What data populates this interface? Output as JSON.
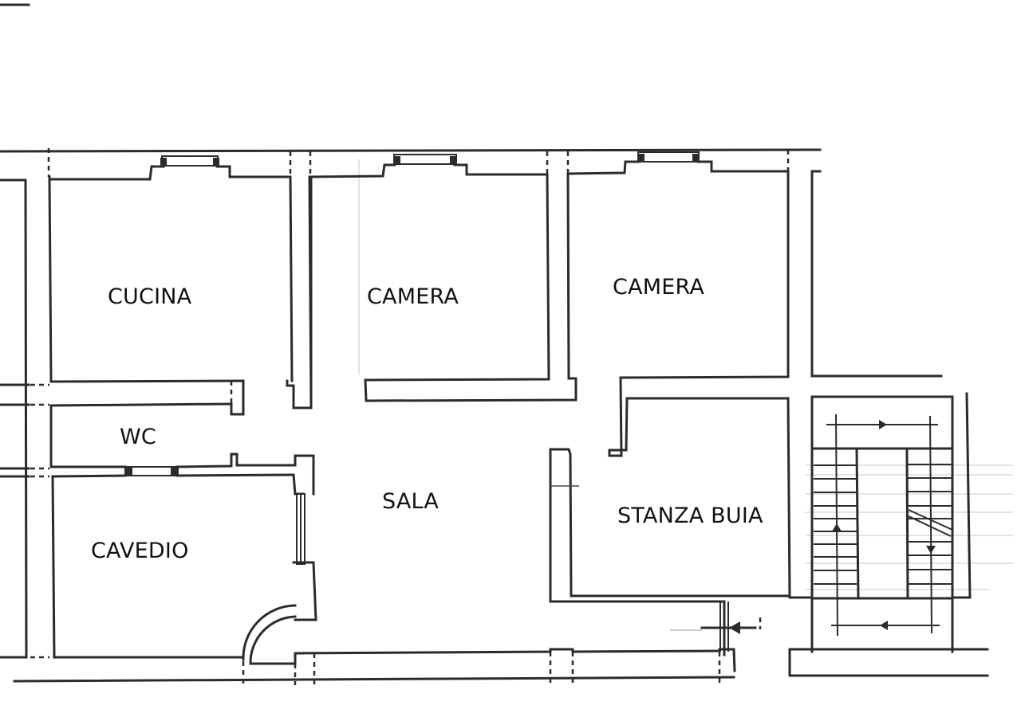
{
  "floor_plan": {
    "type": "floor-plan",
    "style": "hand-drawn architectural plan",
    "line_color": "#2b2b2b",
    "background": "#ffffff",
    "rooms": [
      {
        "id": "cucina",
        "label": "CUCINA"
      },
      {
        "id": "camera_1",
        "label": "CAMERA"
      },
      {
        "id": "camera_2",
        "label": "CAMERA"
      },
      {
        "id": "wc",
        "label": "WC"
      },
      {
        "id": "sala",
        "label": "SALA"
      },
      {
        "id": "cavedio",
        "label": "CAVEDIO"
      },
      {
        "id": "stanza_buia",
        "label": "STANZA BUIA"
      }
    ],
    "elements": [
      "stairwell",
      "entrance-arrow",
      "windows",
      "curved-door"
    ]
  }
}
